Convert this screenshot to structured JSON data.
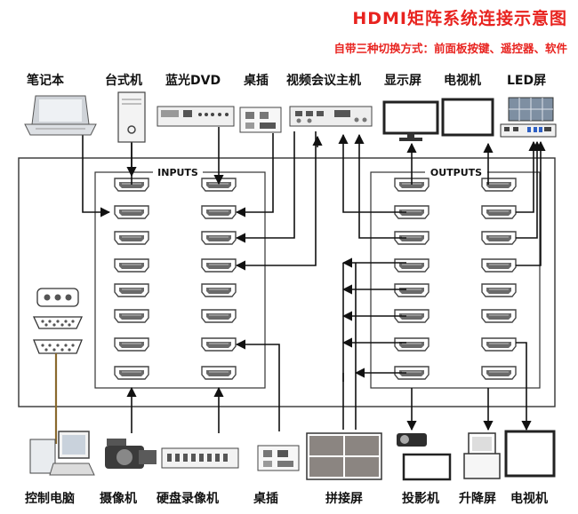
{
  "title": "HDMI矩阵系统连接示意图",
  "subtitle": "自带三种切换方式：前面板按键、遥控器、软件",
  "panel": {
    "inputs_label": "INPUTS",
    "outputs_label": "OUTPUTS"
  },
  "top_devices": [
    {
      "label": "笔记本",
      "icon": "laptop-icon"
    },
    {
      "label": "台式机",
      "icon": "desktop-tower-icon"
    },
    {
      "label": "蓝光DVD",
      "icon": "bluray-player-icon"
    },
    {
      "label": "桌插",
      "icon": "desk-socket-icon"
    },
    {
      "label": "视频会议主机",
      "icon": "video-conference-host-icon"
    },
    {
      "label": "显示屏",
      "icon": "monitor-icon"
    },
    {
      "label": "电视机",
      "icon": "tv-icon"
    },
    {
      "label": "LED屏",
      "icon": "led-wall-icon"
    }
  ],
  "bottom_devices": [
    {
      "label": "控制电脑",
      "icon": "control-pc-icon"
    },
    {
      "label": "摄像机",
      "icon": "camcorder-icon"
    },
    {
      "label": "硬盘录像机",
      "icon": "dvr-icon"
    },
    {
      "label": "桌插",
      "icon": "desk-socket-icon"
    },
    {
      "label": "拼接屏",
      "icon": "video-wall-icon"
    },
    {
      "label": "投影机",
      "icon": "projector-icon"
    },
    {
      "label": "升降屏",
      "icon": "lift-screen-icon"
    },
    {
      "label": "电视机",
      "icon": "tv-icon"
    }
  ],
  "colors": {
    "title": "#e8231f",
    "line": "#111111",
    "serial_cable": "#8a6a2e",
    "port": "#555555"
  }
}
